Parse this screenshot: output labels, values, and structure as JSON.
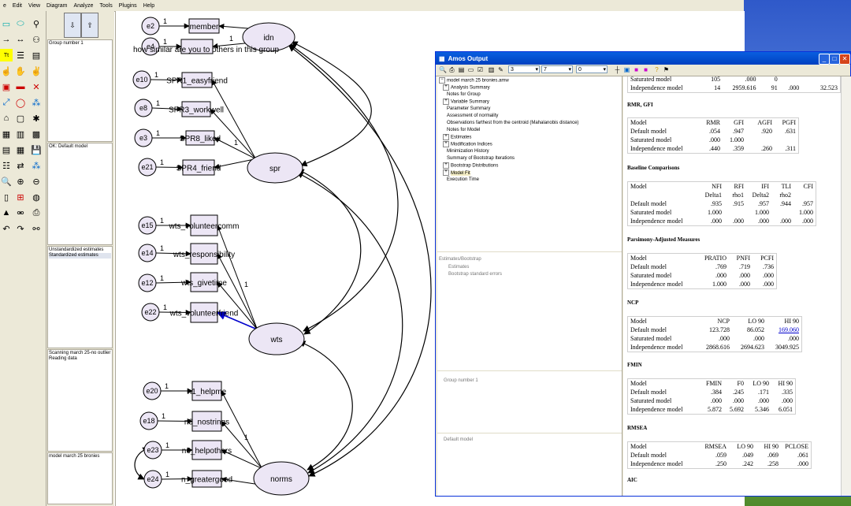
{
  "menu": [
    "e",
    "Edit",
    "View",
    "Diagram",
    "Analyze",
    "Tools",
    "Plugins",
    "Help"
  ],
  "panel": {
    "group": "Group number 1",
    "model": "OK: Default model",
    "est1": "Unstandardized estimates",
    "est2": "Standardized estimates",
    "log1": "Scanning march 25-no outlier",
    "log2": "Reading data",
    "file": "model march 25 bronies"
  },
  "diagram": {
    "caption": "how similar are you to others in this group",
    "latents": [
      "idn",
      "spr",
      "wts",
      "norms"
    ],
    "errors": [
      "e2",
      "e4",
      "e10",
      "e8",
      "e3",
      "e21",
      "e15",
      "e14",
      "e12",
      "e22",
      "e20",
      "e18",
      "e23",
      "e24"
    ],
    "indicators": [
      "member",
      "",
      "SPR1_easyfriend",
      "SPR3_workwell",
      "SPR8_liked",
      "SPR4_friend",
      "wts_volunteercomm",
      "wts_responsibility",
      "wts_givetime",
      "wts_volunteerfriend",
      "n1_helpme",
      "n3_nostrings",
      "n6_helpothers",
      "n_greatergood"
    ],
    "path_one": "1"
  },
  "output": {
    "title": "Amos Output",
    "selectors": [
      "3",
      "7",
      "0"
    ],
    "tree": [
      "model march 25 bronies.amw",
      "Analysis Summary",
      "Notes for Group",
      "Variable Summary",
      "Parameter Summary",
      "Assessment of normality",
      "Observations farthest from the centroid (Mahalanobis distance)",
      "Notes for Model",
      "Estimates",
      "Modification Indices",
      "Minimization History",
      "Summary of Bootstrap Iterations",
      "Bootstrap Distributions",
      "Model Fit",
      "Execution Time"
    ],
    "nav": [
      "Estimates/Bootstrap",
      "Estimates",
      "Bootstrap standard errors",
      "Group number 1",
      "Default model"
    ],
    "top_rows": [
      [
        "Saturated model",
        "105",
        ".000",
        "0",
        ""
      ],
      [
        "Independence model",
        "14",
        "2959.616",
        "91",
        ".000",
        "32.523"
      ]
    ],
    "sections": {
      "rmr": "RMR, GFI",
      "baseline": "Baseline Comparisons",
      "parsimony": "Parsimony-Adjusted Measures",
      "ncp": "NCP",
      "fmin": "FMIN",
      "rmsea": "RMSEA",
      "aic": "AIC"
    },
    "rmr_table": {
      "head": [
        "Model",
        "RMR",
        "GFI",
        "AGFI",
        "PGFI"
      ],
      "rows": [
        [
          "Default model",
          ".054",
          ".947",
          ".920",
          ".631"
        ],
        [
          "Saturated model",
          ".000",
          "1.000",
          "",
          ""
        ],
        [
          "Independence model",
          ".440",
          ".359",
          ".260",
          ".311"
        ]
      ]
    },
    "baseline_table": {
      "head": [
        "Model",
        "NFI",
        "RFI",
        "IFI",
        "TLI",
        "CFI"
      ],
      "head2": [
        "",
        "Delta1",
        "rho1",
        "Delta2",
        "rho2",
        ""
      ],
      "rows": [
        [
          "Default model",
          ".935",
          ".915",
          ".957",
          ".944",
          ".957"
        ],
        [
          "Saturated model",
          "1.000",
          "",
          "1.000",
          "",
          "1.000"
        ],
        [
          "Independence model",
          ".000",
          ".000",
          ".000",
          ".000",
          ".000"
        ]
      ]
    },
    "parsimony_table": {
      "head": [
        "Model",
        "PRATIO",
        "PNFI",
        "PCFI"
      ],
      "rows": [
        [
          "Default model",
          ".769",
          ".719",
          ".736"
        ],
        [
          "Saturated model",
          ".000",
          ".000",
          ".000"
        ],
        [
          "Independence model",
          "1.000",
          ".000",
          ".000"
        ]
      ]
    },
    "ncp_table": {
      "head": [
        "Model",
        "NCP",
        "LO 90",
        "HI 90"
      ],
      "rows": [
        [
          "Default model",
          "123.728",
          "86.052",
          "169.060"
        ],
        [
          "Saturated model",
          ".000",
          ".000",
          ".000"
        ],
        [
          "Independence model",
          "2868.616",
          "2694.623",
          "3049.925"
        ]
      ]
    },
    "fmin_table": {
      "head": [
        "Model",
        "FMIN",
        "F0",
        "LO 90",
        "HI 90"
      ],
      "rows": [
        [
          "Default model",
          ".384",
          ".245",
          ".171",
          ".335"
        ],
        [
          "Saturated model",
          ".000",
          ".000",
          ".000",
          ".000"
        ],
        [
          "Independence model",
          "5.872",
          "5.692",
          "5.346",
          "6.051"
        ]
      ]
    },
    "rmsea_table": {
      "head": [
        "Model",
        "RMSEA",
        "LO 90",
        "HI 90",
        "PCLOSE"
      ],
      "rows": [
        [
          "Default model",
          ".059",
          ".049",
          ".069",
          ".061"
        ],
        [
          "Independence model",
          ".250",
          ".242",
          ".258",
          ".000"
        ]
      ]
    }
  }
}
